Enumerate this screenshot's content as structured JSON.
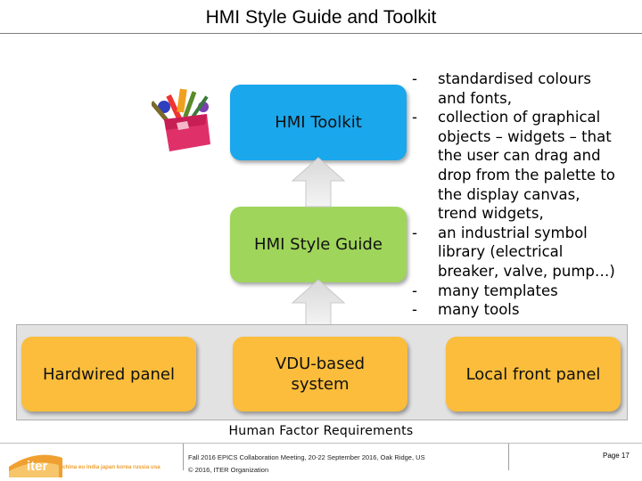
{
  "slide": {
    "title": "HMI Style Guide and Toolkit",
    "boxes": {
      "toolkit": "HMI Toolkit",
      "style_guide": "HMI Style Guide",
      "hardwired": "Hardwired panel",
      "vdu_line1": "VDU-based",
      "vdu_line2": "system",
      "local": "Local front panel"
    },
    "panel_caption": "Human Factor Requirements",
    "bullets": [
      {
        "dash": "-",
        "lines": [
          "standardised colours",
          "and fonts,"
        ]
      },
      {
        "dash": "-",
        "lines": [
          "collection of graphical",
          "objects – widgets – that",
          "the user can drag and",
          "drop from the palette to",
          "the display canvas,",
          "trend widgets,"
        ]
      },
      {
        "dash": "-",
        "lines": [
          "an industrial symbol",
          "library (electrical",
          "breaker, valve, pump…)"
        ]
      },
      {
        "dash": "-",
        "lines": [
          "many templates"
        ]
      },
      {
        "dash": "-",
        "lines": [
          "many tools"
        ]
      }
    ],
    "colors": {
      "toolkit": "#1aa7ec",
      "style_guide": "#9fd55a",
      "orange": "#fbbd3b",
      "panel": "#e2e2e2"
    }
  },
  "footer": {
    "logo_text": "iter",
    "logo_countries": "china eu india japan korea russia usa",
    "meeting": "Fall 2016 EPICS Collaboration Meeting, 20-22 September 2016, Oak Ridge, US",
    "copyright": "© 2016, ITER Organization",
    "page": "Page 17"
  }
}
